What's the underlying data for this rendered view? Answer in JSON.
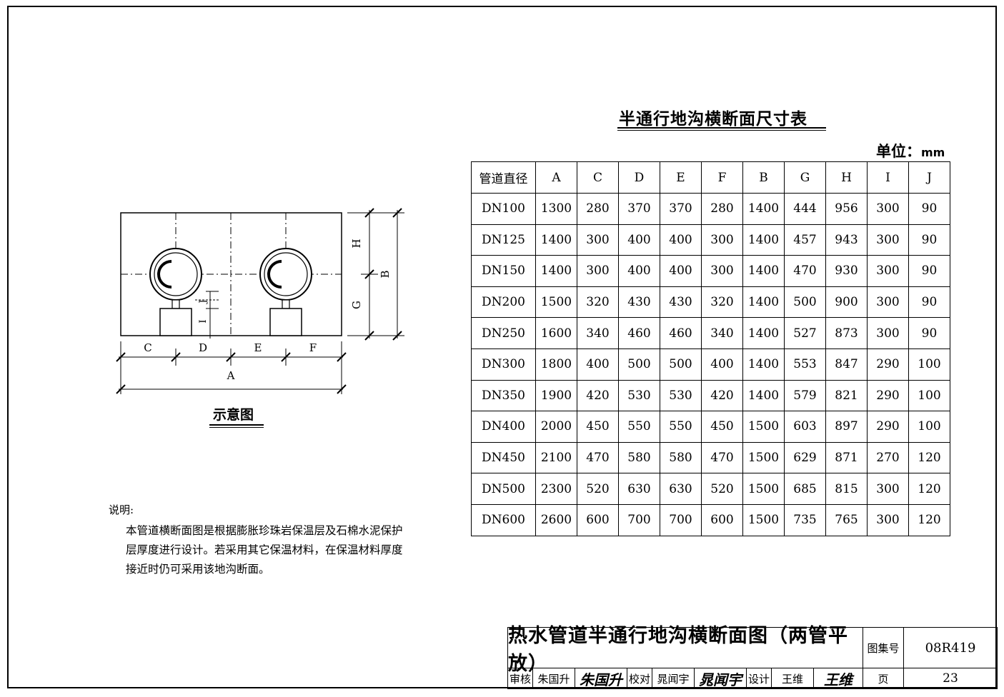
{
  "table": {
    "title": "半通行地沟横断面尺寸表",
    "unit_label": "单位：",
    "unit_value": "mm",
    "headers": [
      "管道直径",
      "A",
      "C",
      "D",
      "E",
      "F",
      "B",
      "G",
      "H",
      "I",
      "J"
    ],
    "rows": [
      [
        "DN100",
        "1300",
        "280",
        "370",
        "370",
        "280",
        "1400",
        "444",
        "956",
        "300",
        "90"
      ],
      [
        "DN125",
        "1400",
        "300",
        "400",
        "400",
        "300",
        "1400",
        "457",
        "943",
        "300",
        "90"
      ],
      [
        "DN150",
        "1400",
        "300",
        "400",
        "400",
        "300",
        "1400",
        "470",
        "930",
        "300",
        "90"
      ],
      [
        "DN200",
        "1500",
        "320",
        "430",
        "430",
        "320",
        "1400",
        "500",
        "900",
        "300",
        "90"
      ],
      [
        "DN250",
        "1600",
        "340",
        "460",
        "460",
        "340",
        "1400",
        "527",
        "873",
        "300",
        "90"
      ],
      [
        "DN300",
        "1800",
        "400",
        "500",
        "500",
        "400",
        "1400",
        "553",
        "847",
        "290",
        "100"
      ],
      [
        "DN350",
        "1900",
        "420",
        "530",
        "530",
        "420",
        "1400",
        "579",
        "821",
        "290",
        "100"
      ],
      [
        "DN400",
        "2000",
        "450",
        "550",
        "550",
        "450",
        "1500",
        "603",
        "897",
        "290",
        "100"
      ],
      [
        "DN450",
        "2100",
        "470",
        "580",
        "580",
        "470",
        "1500",
        "629",
        "871",
        "270",
        "120"
      ],
      [
        "DN500",
        "2300",
        "520",
        "630",
        "630",
        "520",
        "1500",
        "685",
        "815",
        "300",
        "120"
      ],
      [
        "DN600",
        "2600",
        "600",
        "700",
        "700",
        "600",
        "1500",
        "735",
        "765",
        "300",
        "120"
      ]
    ]
  },
  "schematic": {
    "caption": "示意图",
    "labels": {
      "C": "C",
      "D": "D",
      "E": "E",
      "F": "F",
      "A": "A",
      "H": "H",
      "G": "G",
      "B": "B",
      "I": "I",
      "J": "J"
    }
  },
  "notes": {
    "heading": "说明:",
    "lines": [
      "本管道横断面图是根据膨胀珍珠岩保温层及石棉水泥保护",
      "层厚度进行设计。若采用其它保温材料，在保温材料厚度",
      "接近时仍可采用该地沟断面。"
    ]
  },
  "title_block": {
    "drawing_title": "热水管道半通行地沟横断面图（两管平放）",
    "atlas_label": "图集号",
    "atlas_no": "08R419",
    "review_label": "审核",
    "reviewer": "朱国升",
    "reviewer_sig": "朱国升",
    "check_label": "校对",
    "checker": "晁闻宇",
    "checker_sig": "晁闻宇",
    "design_label": "设计",
    "designer": "王维",
    "designer_sig": "王维",
    "page_label": "页",
    "page_no": "23"
  }
}
